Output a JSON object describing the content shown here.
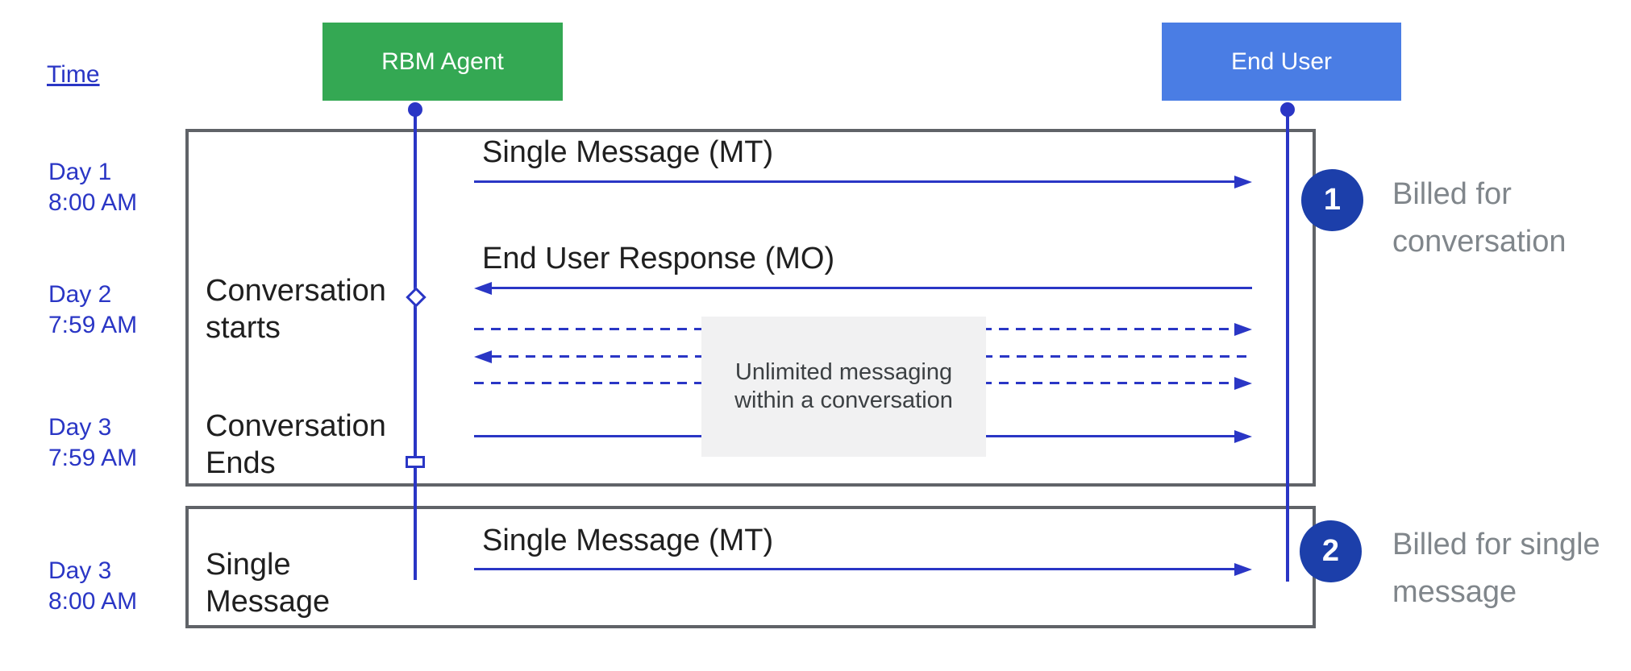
{
  "time_label": "Time",
  "actors": {
    "agent": "RBM Agent",
    "end_user": "End User"
  },
  "timestamps": [
    {
      "day": "Day 1",
      "time": "8:00 AM"
    },
    {
      "day": "Day 2",
      "time": "7:59 AM"
    },
    {
      "day": "Day 3",
      "time": "7:59 AM"
    },
    {
      "day": "Day 3",
      "time": "8:00 AM"
    }
  ],
  "frame1": {
    "mt_message": "Single Message (MT)",
    "mo_message": "End User Response (MO)",
    "conversation_starts": {
      "line1": "Conversation",
      "line2": "starts"
    },
    "conversation_ends": {
      "line1": "Conversation",
      "line2": "Ends"
    },
    "note": {
      "line1": "Unlimited messaging",
      "line2": "within a conversation"
    },
    "badge": "1",
    "billing": {
      "line1": "Billed for",
      "line2": "conversation"
    }
  },
  "frame2": {
    "label": {
      "line1": "Single",
      "line2": "Message"
    },
    "mt_message": "Single Message (MT)",
    "badge": "2",
    "billing": {
      "line1": "Billed for single",
      "line2": "message"
    }
  },
  "colors": {
    "line_blue": "#2a36c5",
    "agent_green": "#34a853",
    "end_user_blue": "#4a7de4",
    "badge_blue": "#1c3faa",
    "frame_gray": "#606368",
    "note_bg": "#f1f1f2",
    "billing_gray": "#80868b",
    "text_black": "#1f1f1f"
  }
}
